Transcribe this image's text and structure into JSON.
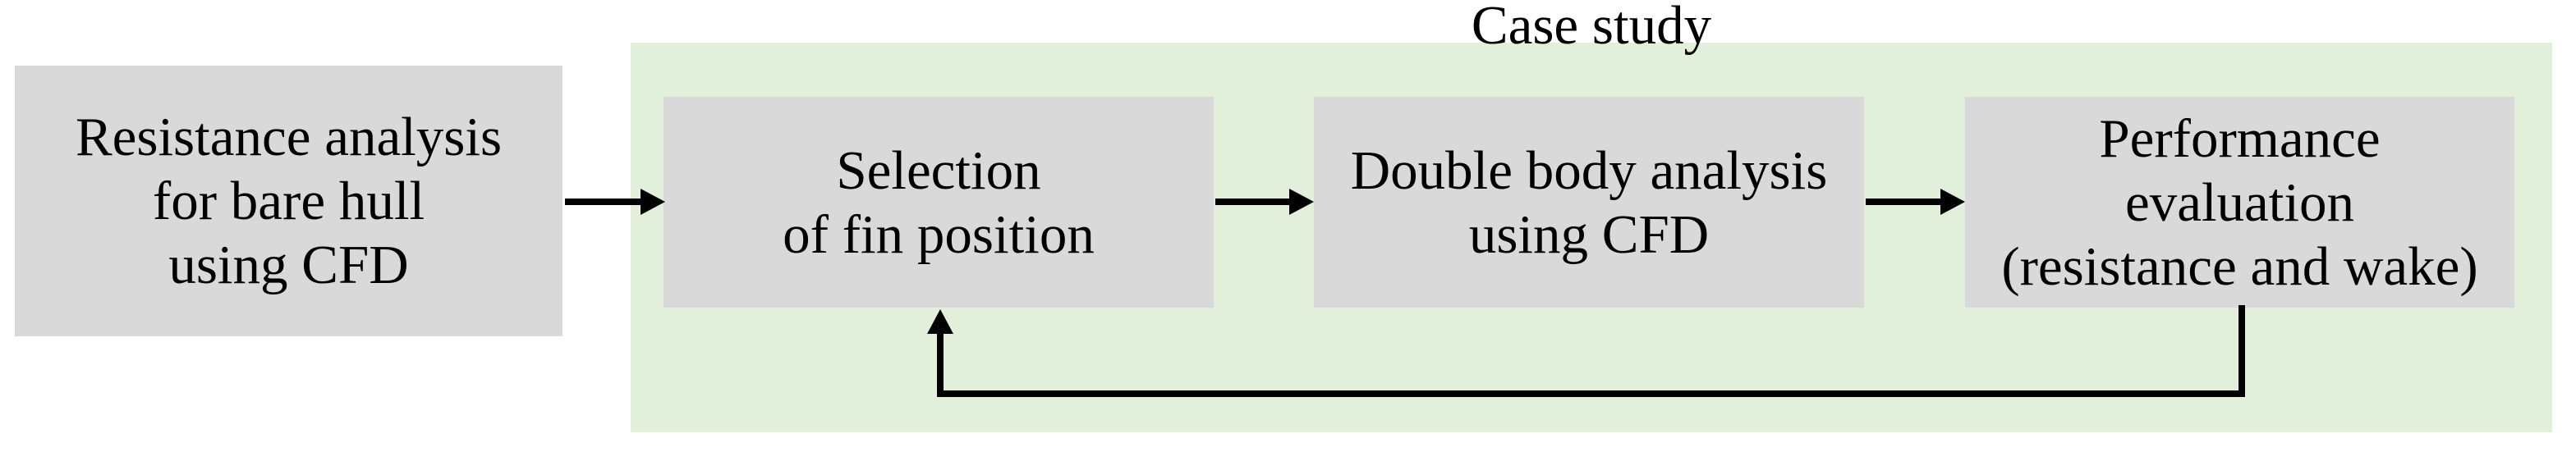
{
  "title": "Case study",
  "boxes": [
    {
      "id": "resistance-analysis-bare-hull",
      "label": "Resistance analysis\nfor bare hull\nusing CFD"
    },
    {
      "id": "selection-of-fin-position",
      "label": "Selection\nof fin position"
    },
    {
      "id": "double-body-analysis",
      "label": "Double body analysis\nusing CFD"
    },
    {
      "id": "performance-evaluation",
      "label": "Performance\nevaluation\n(resistance and wake)"
    }
  ],
  "connections": [
    {
      "from": "resistance-analysis-bare-hull",
      "to": "selection-of-fin-position",
      "type": "arrow-right"
    },
    {
      "from": "selection-of-fin-position",
      "to": "double-body-analysis",
      "type": "arrow-right"
    },
    {
      "from": "double-body-analysis",
      "to": "performance-evaluation",
      "type": "arrow-right"
    },
    {
      "from": "performance-evaluation",
      "to": "selection-of-fin-position",
      "type": "feedback-elbow-arrow"
    }
  ],
  "group": {
    "label": "Case study",
    "contains": [
      "selection-of-fin-position",
      "double-body-analysis",
      "performance-evaluation"
    ]
  },
  "colors": {
    "box_fill": "#d9d9d9",
    "group_fill": "#e2efda",
    "line": "#000000",
    "text": "#000000",
    "background": "#ffffff"
  }
}
